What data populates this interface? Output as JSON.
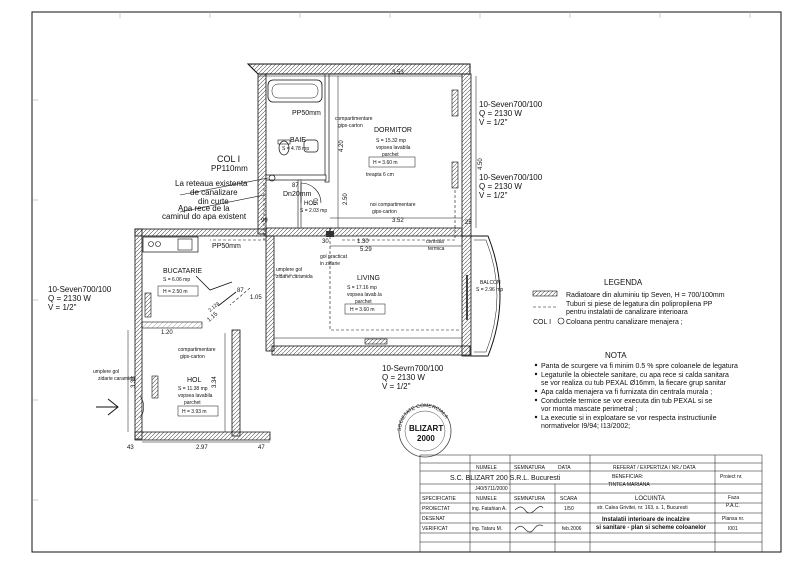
{
  "rooms": {
    "dormitor": {
      "name": "DORMITOR",
      "area": "S = 15.32 mp",
      "finish": "vopsea lavabila",
      "floor": "parchet",
      "height": "H = 3.60 m"
    },
    "baie": {
      "name": "BAIE",
      "area": "S = 4.78 mp"
    },
    "hol_small": {
      "name": "HOL",
      "area": "S = 2.03 mp"
    },
    "living": {
      "name": "LIVING",
      "area": "S = 17.16 mp",
      "finish": "vopsea lavab.la",
      "floor": "parchet",
      "height": "H = 3.60 m"
    },
    "bucatarie": {
      "name": "BUCATARIE",
      "area": "S = 6.06 mp",
      "height": "H = 2.50 m"
    },
    "hol": {
      "name": "HOL",
      "area": "S = 11.38 mp",
      "finish": "vopsea lavabila",
      "floor": "parchet",
      "height": "H = 3.93 m"
    },
    "balcon": {
      "name": "BALCON",
      "area": "S = 2.96 mp"
    }
  },
  "labels": {
    "pp50_top": "PP50mm",
    "pp50_kitchen": "PP50mm",
    "col1_label": "COL I",
    "col1_pipe": "PP110mm",
    "network_1": "La reteaua existenta",
    "network_2": "de canalizare",
    "network_3": "din curte",
    "cold_water_1": "Apa rece de la",
    "cold_water_2": "caminul do apa existent",
    "dn20": "Dn20mm",
    "height_marker": "treapta 6 cm",
    "comp_top_1": "compartimentare",
    "comp_top_2": "gips-carton",
    "comp_right_1": "noi compartimentare",
    "comp_right_2": "gips-carton",
    "comp_left_1": "compartimentare",
    "comp_left_2": "gips-carton",
    "centrala_1": "centrala",
    "centrala_2": "termica",
    "gol_1": "gol practicat",
    "gol_2": "in zidarie",
    "umplere_1": "umplere gol",
    "umplere_2": "zidarie caramida",
    "umplere_entry_1": "umplere gol",
    "umplere_entry_2": "zidarie caramida"
  },
  "dimensions": {
    "d353": "3.53",
    "d420": "4.20",
    "d450": "4.50",
    "d352": "3.52",
    "d130": "1.30",
    "d529": "5.29",
    "d250": "2.50",
    "d87": "87",
    "d30": "30",
    "d25": "25",
    "d90": "90",
    "d105": "1.05",
    "d87b": "87",
    "d115": "1.15",
    "d120": "1.20",
    "d333": "3.33",
    "d334": "3.34",
    "d297": "2.97",
    "d47": "47",
    "d43": "43",
    "d2124": "2.124",
    "d99": "99"
  },
  "radiators": [
    {
      "model": "10-Seven700/100",
      "q": "Q = 2130 W",
      "v": "V = 1/2\""
    },
    {
      "model": "10-Seven700/100",
      "q": "Q = 2130 W",
      "v": "V = 1/2\""
    },
    {
      "model": "10-Seven700/100",
      "q": "Q = 2130 W",
      "v": "V = 1/2\""
    },
    {
      "model": "10-Sevrn700/100",
      "q": "Q = 2130 W",
      "v": "V = 1/2\""
    }
  ],
  "legend": {
    "title": "LEGENDA",
    "item1": "Radiatoare din aluminiu tip Seven, H = 700/100mm",
    "item2a": "Tuburi si piese de legatura din polipropilena PP",
    "item2b": "pentru instalatii de canalizare interioara",
    "item3_sym": "COL I",
    "item3": "Coloana pentru canalizare menajera ;"
  },
  "notes": {
    "title": "NOTA",
    "lines": [
      "Panta de scurgere va fi minim 0.5 % spre coloanele de legatura",
      "Legaturile la obiectele sanitare, cu apa rece si calda sanitara",
      "se vor realiza cu tub PEXAL Ø16mm, la fiecare grup sanitar",
      "Apa calda menajera va fi furnizata din centrala murala ;",
      "Conductele termice se vor executa din tub PEXAL si se",
      "vor monta mascate perimetral ;",
      "La executie si in exploatare se vor respecta instructiunile",
      "normativelor I9/94; I13/2002;"
    ]
  },
  "stamp": {
    "ring": "SOCIETATE COMERCIALA",
    "center1": "BLIZART",
    "center2": "2000"
  },
  "title_block": {
    "company": "S.C. BLIZART 200 S.R.L. Bucuresti",
    "company_id": "J40/5711/2000",
    "beneficiar_label": "BENEFICIAR:",
    "beneficiar": "TINTEA MARIANA",
    "locuinta_label": "LOCUINTA",
    "address": "str. Calea Grivitei, nr. 163, s. 1, Bucuresti",
    "drawing_title_1": "Instalatii interioare de incalzire",
    "drawing_title_2": "si sanitare - plan si scheme coloanelor",
    "cols": [
      "NUMELE",
      "SEMNATURA",
      "SCARA",
      "DATA"
    ],
    "specificatie": "SPECIFICATIE",
    "proiectat_label": "PROIECTAT",
    "proiectat": "ing. Fatahian A.",
    "desenat_label": "DESENAT",
    "verificat_label": "VERIFICAT",
    "verificat": "ing. Tataru M.",
    "scara": "1/50",
    "data": "feb.2006",
    "referat": "REFERAT / EXPERTIZA / NR./ DATA",
    "proiect_nr": "Proiect nr.",
    "faza": "Faza",
    "faza_val": "P.A.C.",
    "plansa": "Plansa nr.",
    "plansa_val": "I001"
  },
  "colors": {
    "ink": "#111111",
    "grid": "#888888",
    "hatch": "#555555"
  }
}
